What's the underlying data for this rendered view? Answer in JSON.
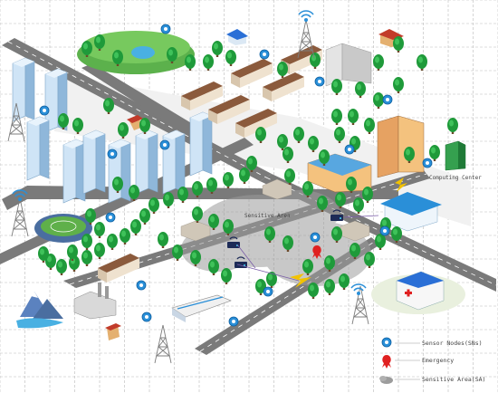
{
  "labels": {
    "sensitive_area": "Sensitive Area",
    "computing_center": "Computing Center"
  },
  "legend": {
    "sensor_nodes": "Sensor Nodes(SNs)",
    "emergency": "Emergency",
    "sensitive_area": "Sensitive Area(SA)"
  },
  "colors": {
    "grid": "#b9b9b9",
    "road": "#7a7a7a",
    "sensor_node": "#2a8fd8",
    "emergency": "#e02020",
    "sensitive_area": "#9c9c9c",
    "tree": "#1f9a3a",
    "link": "#7b5ea8"
  },
  "icons": [
    "sensor-node-icon",
    "emergency-icon",
    "sensitive-area-icon",
    "radio-tower-icon",
    "wifi-router-icon",
    "tree-icon",
    "building-icon",
    "stadium-icon",
    "train-icon",
    "hospital-icon",
    "computing-center-icon",
    "park-icon",
    "mountain-icon",
    "lightning-icon"
  ]
}
